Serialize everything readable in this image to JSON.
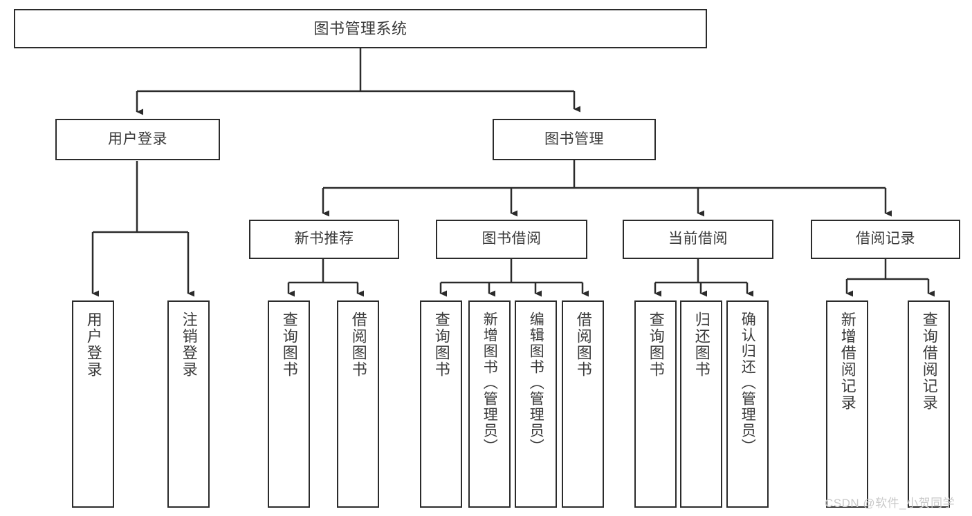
{
  "diagram": {
    "title": "图书管理系统",
    "type": "tree-hierarchy-chart",
    "background_color": "#ffffff",
    "line_color": "#2b2b2b",
    "text_color": "#3a3a3a",
    "watermark": "CSDN @软件_小贺同学"
  },
  "nodes": {
    "root": {
      "label": "图书管理系统"
    },
    "level2": [
      {
        "id": "user-login",
        "label": "用户登录"
      },
      {
        "id": "book-manage",
        "label": "图书管理"
      }
    ],
    "level3": [
      {
        "id": "new-book-recommend",
        "label": "新书推荐"
      },
      {
        "id": "book-borrow",
        "label": "图书借阅"
      },
      {
        "id": "current-borrow",
        "label": "当前借阅"
      },
      {
        "id": "borrow-record",
        "label": "借阅记录"
      }
    ],
    "leaves": {
      "user_login": [
        {
          "id": "leaf-user-login",
          "label": "用户登录"
        },
        {
          "id": "leaf-logout-login",
          "label": "注销登录"
        }
      ],
      "new_book_recommend": [
        {
          "id": "leaf-query-book-1",
          "label": "查询图书"
        },
        {
          "id": "leaf-borrow-book-1",
          "label": "借阅图书"
        }
      ],
      "book_borrow": [
        {
          "id": "leaf-query-book-2",
          "label": "查询图书"
        },
        {
          "id": "leaf-add-book",
          "label": "新增图书（管理员）"
        },
        {
          "id": "leaf-edit-book",
          "label": "编辑图书（管理员）"
        },
        {
          "id": "leaf-borrow-book-2",
          "label": "借阅图书"
        }
      ],
      "current_borrow": [
        {
          "id": "leaf-query-book-3",
          "label": "查询图书"
        },
        {
          "id": "leaf-return-book",
          "label": "归还图书"
        },
        {
          "id": "leaf-confirm-return",
          "label": "确认归还（管理员）"
        }
      ],
      "borrow_record": [
        {
          "id": "leaf-add-record",
          "label": "新增借阅记录"
        },
        {
          "id": "leaf-query-record",
          "label": "查询借阅记录"
        }
      ]
    }
  }
}
